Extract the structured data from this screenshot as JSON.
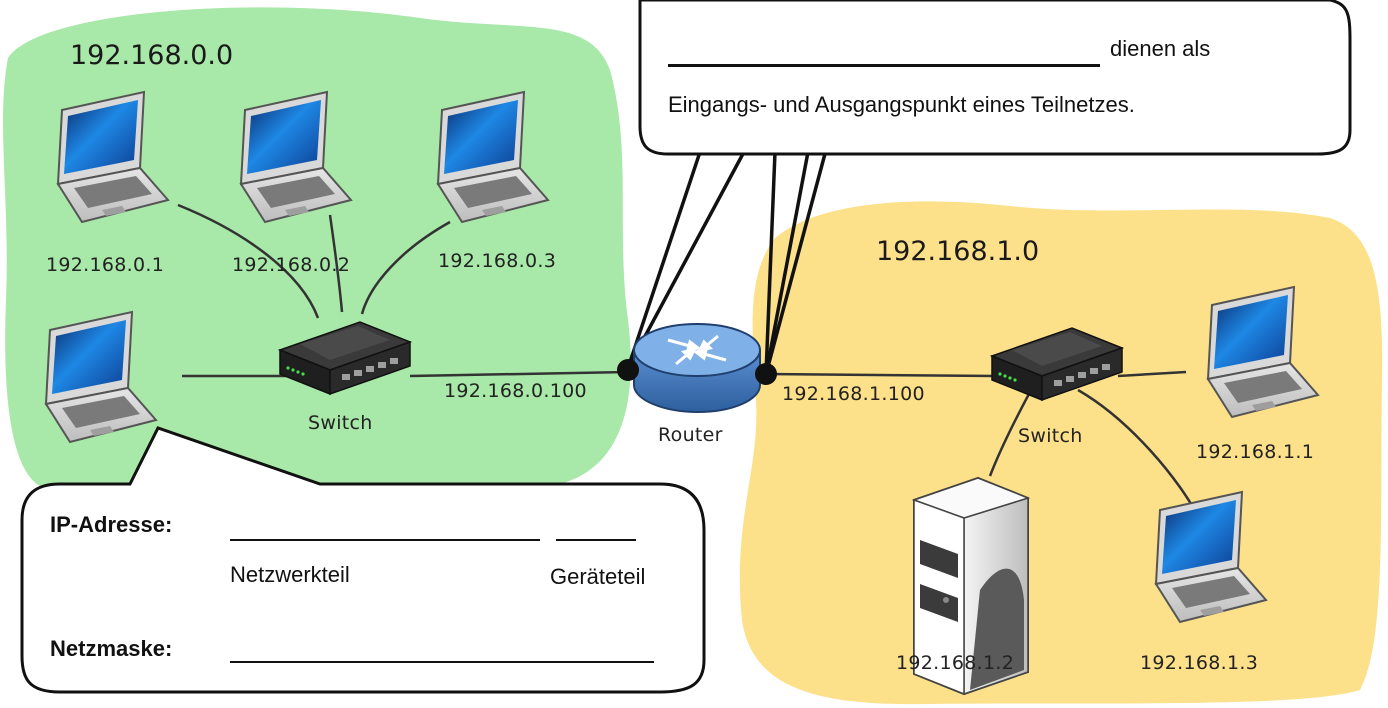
{
  "colors": {
    "network_a": "#a8e8a8",
    "network_b": "#fde08a",
    "router": "#4a7fc0",
    "switch": "#2b2b2b",
    "screen": "#1565c0"
  },
  "network_a": {
    "title": "192.168.0.0",
    "hosts": [
      "192.168.0.1",
      "192.168.0.2",
      "192.168.0.3"
    ],
    "switch_label": "Switch",
    "gateway_ip": "192.168.0.100"
  },
  "network_b": {
    "title": "192.168.1.0",
    "hosts": [
      "192.168.1.1",
      "192.168.1.2",
      "192.168.1.3"
    ],
    "switch_label": "Switch",
    "gateway_ip": "192.168.1.100"
  },
  "router": {
    "label": "Router"
  },
  "callout_top": {
    "line1": "dienen als",
    "line2": "Eingangs- und Ausgangspunkt eines Teilnetzes."
  },
  "callout_bottom": {
    "ip_label": "IP-Adresse:",
    "network_part": "Netzwerkteil",
    "device_part": "Geräteteil",
    "mask_label": "Netzmaske:"
  }
}
